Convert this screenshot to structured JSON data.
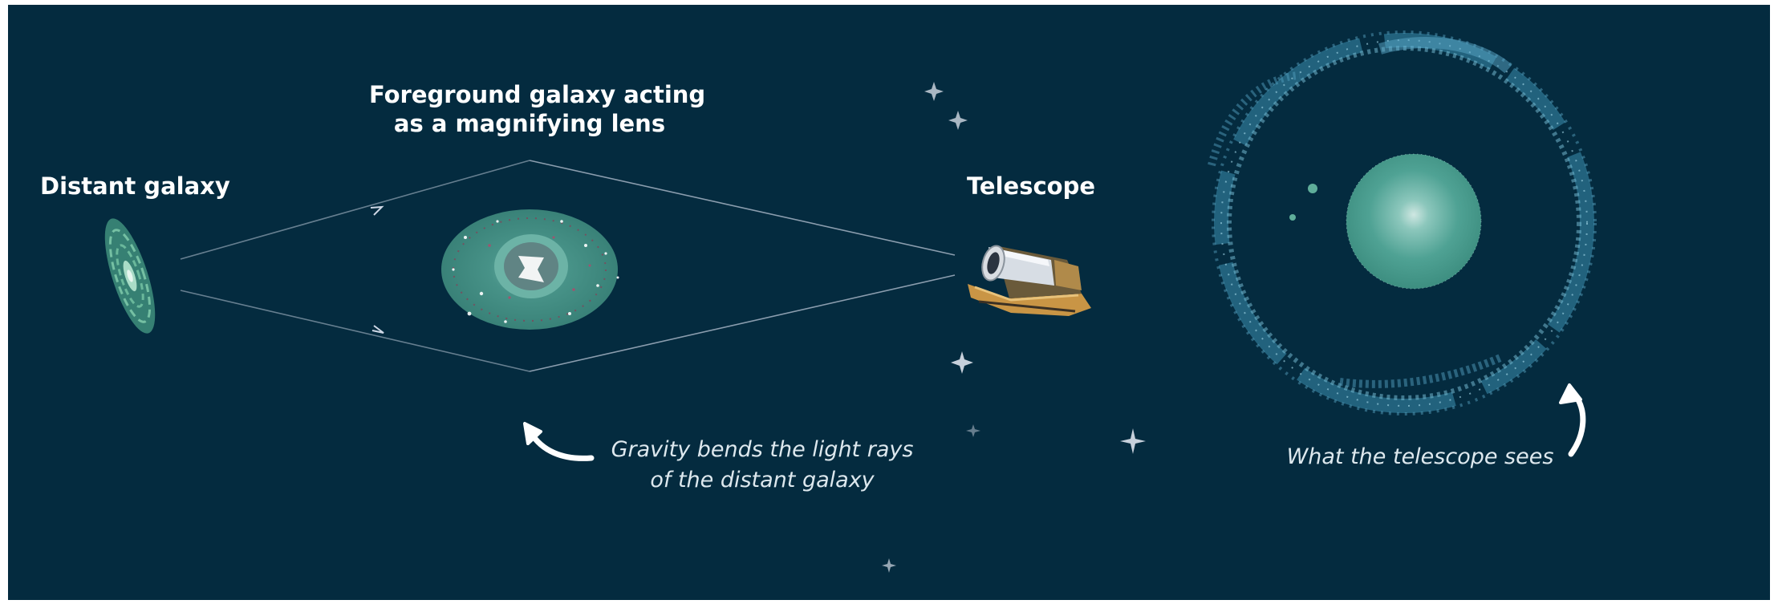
{
  "labels": {
    "distant_galaxy": "Distant galaxy",
    "lens_line1": "Foreground galaxy acting",
    "lens_line2": "as a magnifying lens",
    "telescope": "Telescope"
  },
  "captions": {
    "gravity_line1": "Gravity bends the light rays",
    "gravity_line2": "of the distant galaxy",
    "telescope_sees": "What the telescope sees"
  },
  "colors": {
    "background": "#042b3f",
    "galaxy_teal": "#4fa89a",
    "ring_blue": "#3f8fb0",
    "ray_line": "#b8c4d4",
    "text": "#ffffff"
  },
  "icons": [
    "spiral-galaxy-icon",
    "lens-galaxy-icon",
    "telescope-icon",
    "einstein-ring-icon",
    "star-sparkle-icon",
    "curved-arrow-icon"
  ]
}
